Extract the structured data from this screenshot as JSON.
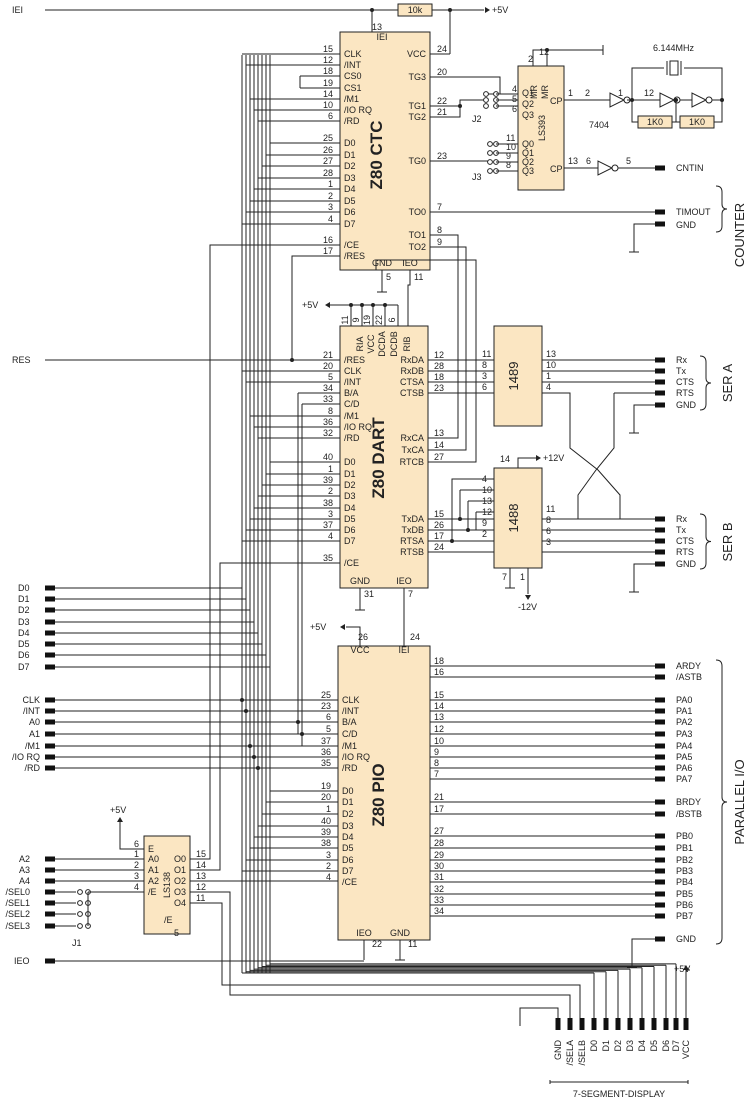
{
  "supply": {
    "p5": "+5V",
    "p12": "+12V",
    "m12": "-12V",
    "r10k": "10k",
    "r1k": "1K0",
    "xtal": "6.144MHz",
    "inv": "7404"
  },
  "left": {
    "iei": "IEI",
    "res": "RES",
    "data": [
      "D0",
      "D1",
      "D2",
      "D3",
      "D4",
      "D5",
      "D6",
      "D7"
    ],
    "ctrl": [
      "CLK",
      "/INT",
      "A0",
      "A1",
      "/M1",
      "/IO RQ",
      "/RD"
    ],
    "addr": [
      "A2",
      "A3",
      "A4"
    ],
    "sel": [
      "/SEL0",
      "/SEL1",
      "/SEL2",
      "/SEL3"
    ],
    "j1": "J1",
    "ieo": "IEO"
  },
  "ctc": {
    "name": "Z80 CTC",
    "left_pins": [
      {
        "n": "15",
        "l": "CLK"
      },
      {
        "n": "12",
        "l": "/INT"
      },
      {
        "n": "18",
        "l": "CS0"
      },
      {
        "n": "19",
        "l": "CS1"
      },
      {
        "n": "14",
        "l": "/M1"
      },
      {
        "n": "10",
        "l": "/IO RQ"
      },
      {
        "n": "6",
        "l": "/RD"
      },
      {
        "n": "25",
        "l": "D0"
      },
      {
        "n": "26",
        "l": "D1"
      },
      {
        "n": "27",
        "l": "D2"
      },
      {
        "n": "28",
        "l": "D3"
      },
      {
        "n": "1",
        "l": "D4"
      },
      {
        "n": "2",
        "l": "D5"
      },
      {
        "n": "3",
        "l": "D6"
      },
      {
        "n": "4",
        "l": "D7"
      },
      {
        "n": "16",
        "l": "/CE"
      },
      {
        "n": "17",
        "l": "/RES"
      }
    ],
    "right_pins": [
      {
        "n": "24",
        "l": "VCC"
      },
      {
        "n": "20",
        "l": "TG3"
      },
      {
        "n": "22",
        "l": "TG1"
      },
      {
        "n": "21",
        "l": "TG2"
      },
      {
        "n": "23",
        "l": "TG0"
      },
      {
        "n": "7",
        "l": "TO0"
      },
      {
        "n": "8",
        "l": "TO1"
      },
      {
        "n": "9",
        "l": "TO2"
      }
    ],
    "top": {
      "n": "13",
      "l": "IEI"
    },
    "bottom": [
      {
        "n": "5",
        "l": "GND"
      },
      {
        "n": "11",
        "l": "IEO"
      }
    ]
  },
  "ls393": {
    "name": "LS393",
    "pins_left": [
      "Q1",
      "Q2",
      "Q3",
      "Q0",
      "Q1",
      "Q2",
      "Q3"
    ],
    "mr": "MR",
    "cp": "CP",
    "nums": [
      "2",
      "12",
      "1",
      "13"
    ]
  },
  "jumpers": {
    "j2": "J2",
    "j3": "J3",
    "j2nums": [
      "4",
      "5",
      "6"
    ],
    "j3nums": [
      "11",
      "10",
      "9",
      "8"
    ]
  },
  "counter": {
    "label": "COUNTER",
    "signals": [
      "CNTIN",
      "TIMOUT",
      "GND"
    ]
  },
  "dart": {
    "name": "Z80 DART",
    "top_pins": [
      {
        "n": "11",
        "l": "RIA"
      },
      {
        "n": "9",
        "l": "VCC"
      },
      {
        "n": "19",
        "l": "DCDA"
      },
      {
        "n": "22",
        "l": "DCDB"
      },
      {
        "n": "6",
        "l": "RIB"
      }
    ],
    "left_pins": [
      {
        "n": "21",
        "l": "/RES"
      },
      {
        "n": "20",
        "l": "CLK"
      },
      {
        "n": "5",
        "l": "/INT"
      },
      {
        "n": "34",
        "l": "B/A"
      },
      {
        "n": "33",
        "l": "C/D"
      },
      {
        "n": "8",
        "l": "/M1"
      },
      {
        "n": "36",
        "l": "/IO RQ"
      },
      {
        "n": "32",
        "l": "/RD"
      },
      {
        "n": "40",
        "l": "D0"
      },
      {
        "n": "1",
        "l": "D1"
      },
      {
        "n": "39",
        "l": "D2"
      },
      {
        "n": "2",
        "l": "D3"
      },
      {
        "n": "38",
        "l": "D4"
      },
      {
        "n": "3",
        "l": "D5"
      },
      {
        "n": "37",
        "l": "D6"
      },
      {
        "n": "4",
        "l": "D7"
      },
      {
        "n": "35",
        "l": "/CE"
      }
    ],
    "right_a": [
      {
        "n": "12",
        "l": "RxDA"
      },
      {
        "n": "28",
        "l": "RxDB"
      },
      {
        "n": "18",
        "l": "CTSA"
      },
      {
        "n": "23",
        "l": "CTSB"
      }
    ],
    "right_clk": [
      {
        "n": "13",
        "l": "RxCA"
      },
      {
        "n": "14",
        "l": "TxCA"
      },
      {
        "n": "27",
        "l": "RTCB"
      }
    ],
    "right_b": [
      {
        "n": "15",
        "l": "TxDA"
      },
      {
        "n": "26",
        "l": "TxDB"
      },
      {
        "n": "17",
        "l": "RTSA"
      },
      {
        "n": "24",
        "l": "RTSB"
      }
    ],
    "bottom": [
      {
        "n": "31",
        "l": "GND"
      },
      {
        "n": "7",
        "l": "IEO"
      }
    ]
  },
  "ic1489": {
    "name": "1489",
    "in": [
      "11",
      "8",
      "3",
      "6"
    ],
    "out": [
      "13",
      "10",
      "1",
      "4"
    ]
  },
  "ic1488": {
    "name": "1488",
    "in": [
      "4",
      "10",
      "13",
      "12",
      "9",
      "2"
    ],
    "out": [
      "11",
      "8",
      "6",
      "3"
    ],
    "top": "14",
    "bot": [
      "7",
      "1"
    ]
  },
  "sera": {
    "label": "SER A",
    "signals": [
      "Rx",
      "Tx",
      "CTS",
      "RTS",
      "GND"
    ]
  },
  "serb": {
    "label": "SER B",
    "signals": [
      "Rx",
      "Tx",
      "CTS",
      "RTS",
      "GND"
    ]
  },
  "pio": {
    "name": "Z80 PIO",
    "top": [
      {
        "n": "26",
        "l": "VCC"
      },
      {
        "n": "24",
        "l": "IEI"
      }
    ],
    "left_pins": [
      {
        "n": "25",
        "l": "CLK"
      },
      {
        "n": "23",
        "l": "/INT"
      },
      {
        "n": "6",
        "l": "B/A"
      },
      {
        "n": "5",
        "l": "C/D"
      },
      {
        "n": "37",
        "l": "/M1"
      },
      {
        "n": "36",
        "l": "/IO RQ"
      },
      {
        "n": "35",
        "l": "/RD"
      },
      {
        "n": "19",
        "l": "D0"
      },
      {
        "n": "20",
        "l": "D1"
      },
      {
        "n": "1",
        "l": "D2"
      },
      {
        "n": "40",
        "l": "D3"
      },
      {
        "n": "39",
        "l": "D4"
      },
      {
        "n": "38",
        "l": "D5"
      },
      {
        "n": "3",
        "l": "D6"
      },
      {
        "n": "2",
        "l": "D7"
      },
      {
        "n": "4",
        "l": "/CE"
      }
    ],
    "right": [
      {
        "n": "18",
        "s": "ARDY"
      },
      {
        "n": "16",
        "s": "/ASTB"
      },
      {
        "n": "15",
        "s": "PA0"
      },
      {
        "n": "14",
        "s": "PA1"
      },
      {
        "n": "13",
        "s": "PA2"
      },
      {
        "n": "12",
        "s": "PA3"
      },
      {
        "n": "10",
        "s": "PA4"
      },
      {
        "n": "9",
        "s": "PA5"
      },
      {
        "n": "8",
        "s": "PA6"
      },
      {
        "n": "7",
        "s": "PA7"
      },
      {
        "n": "21",
        "s": "BRDY"
      },
      {
        "n": "17",
        "s": "/BSTB"
      },
      {
        "n": "27",
        "s": "PB0"
      },
      {
        "n": "28",
        "s": "PB1"
      },
      {
        "n": "29",
        "s": "PB2"
      },
      {
        "n": "30",
        "s": "PB3"
      },
      {
        "n": "31",
        "s": "PB4"
      },
      {
        "n": "32",
        "s": "PB5"
      },
      {
        "n": "33",
        "s": "PB6"
      },
      {
        "n": "34",
        "s": "PB7"
      },
      {
        "n": "",
        "s": "GND"
      }
    ],
    "bottom": [
      {
        "n": "22",
        "l": "IEO"
      },
      {
        "n": "11",
        "l": "GND"
      }
    ]
  },
  "parallel": {
    "label": "PARALLEL I/O"
  },
  "ls138": {
    "name": "LS138",
    "in": [
      {
        "n": "6",
        "l": "E"
      },
      {
        "n": "1",
        "l": "A0"
      },
      {
        "n": "2",
        "l": "A1"
      },
      {
        "n": "3",
        "l": "A2"
      },
      {
        "n": "4",
        "l": "/E"
      },
      {
        "n": "5",
        "l": "/E"
      }
    ],
    "out": [
      {
        "n": "15",
        "l": "O0"
      },
      {
        "n": "14",
        "l": "O1"
      },
      {
        "n": "13",
        "l": "O2"
      },
      {
        "n": "12",
        "l": "O3"
      },
      {
        "n": "11",
        "l": "O4"
      }
    ]
  },
  "seg": {
    "label": "7-SEGMENT-DISPLAY",
    "pins": [
      "GND",
      "/SELA",
      "/SELB",
      "D0",
      "D1",
      "D2",
      "D3",
      "D4",
      "D5",
      "D6",
      "D7",
      "VCC"
    ]
  }
}
